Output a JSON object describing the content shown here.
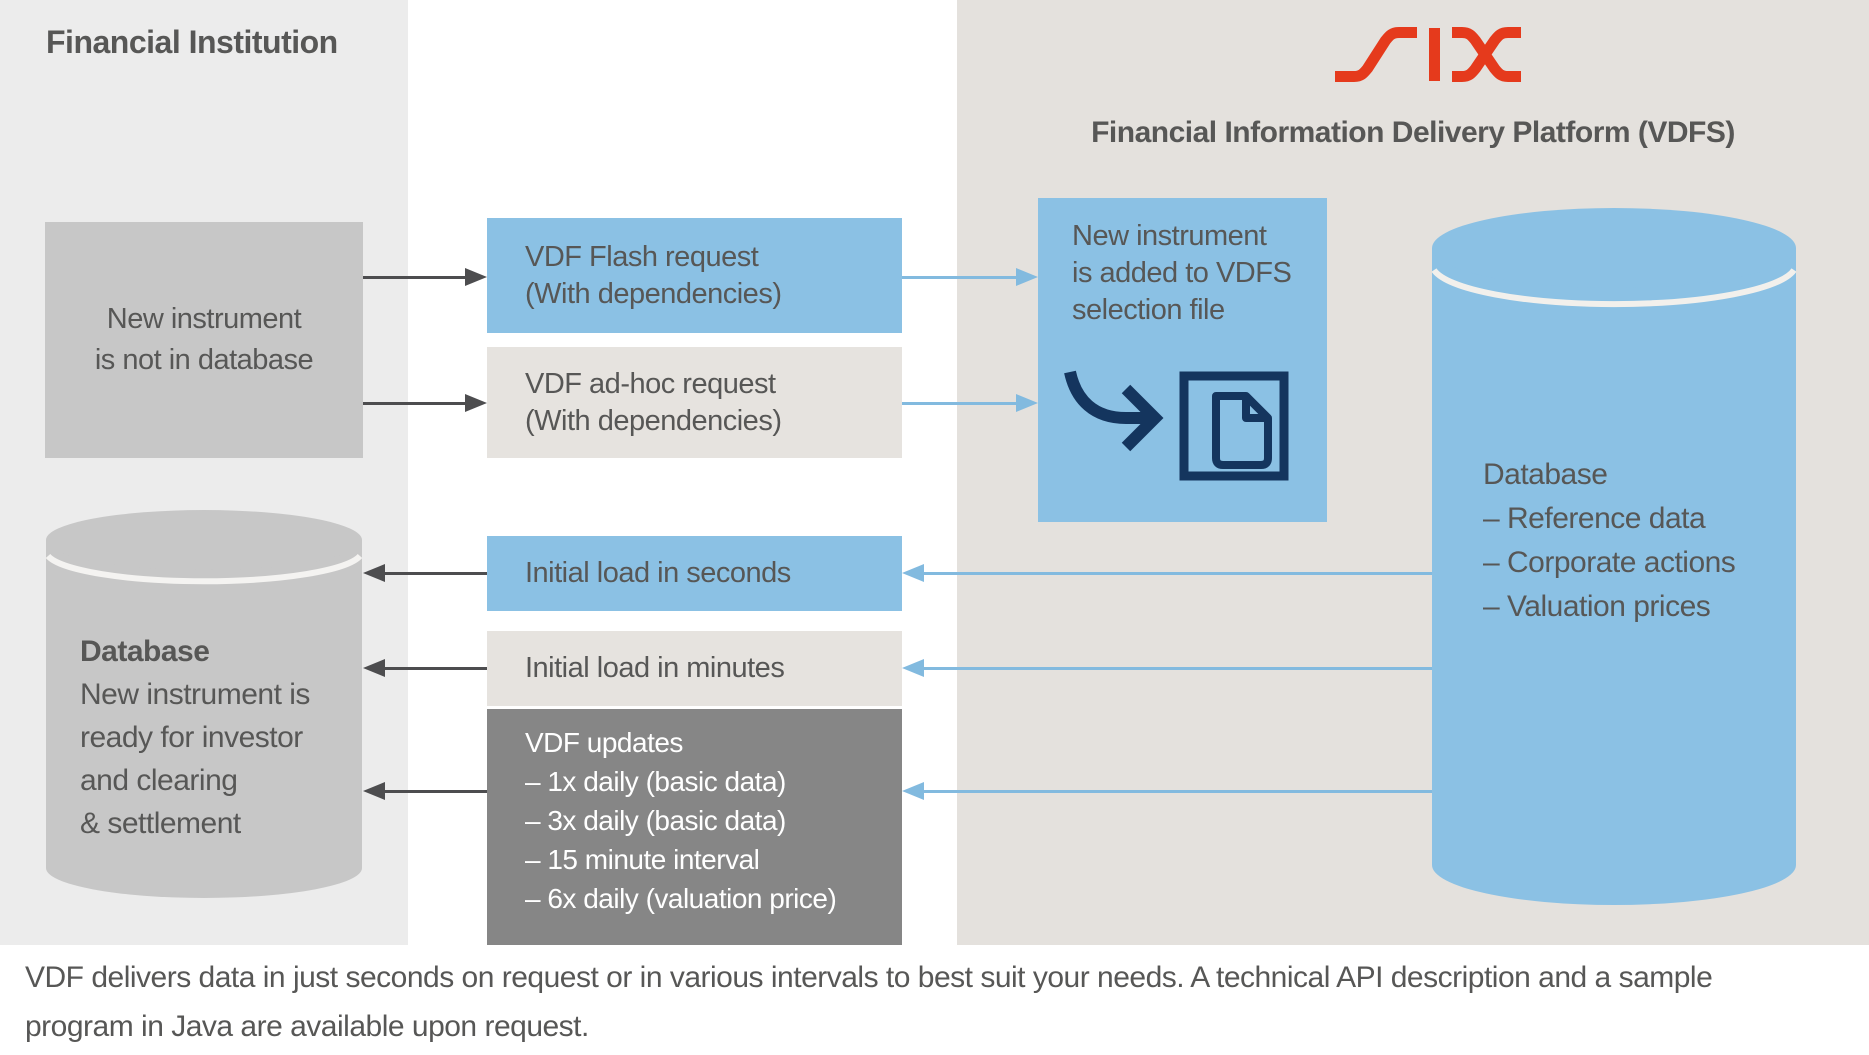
{
  "colors": {
    "blue_box": "#8BC1E4",
    "panel_left_bg": "#ECECEC",
    "panel_right_bg": "#E4E1DD",
    "light_box_bg": "#E6E3DF",
    "gray_box_bg": "#C7C7C7",
    "dark_box_bg": "#868686",
    "text_dark": "#575756",
    "text_light": "#FFFFFF",
    "navy_icon": "#14355E",
    "six_red": "#E53A1C",
    "arrow_dark": "#4D4D4F",
    "arrow_blue": "#82BADF"
  },
  "left_panel": {
    "title": "Financial Institution",
    "new_instrument_box": {
      "line1": "New instrument",
      "line2": "is not in database"
    },
    "database_cylinder": {
      "title": "Database",
      "line1": "New instrument is",
      "line2": "ready for investor",
      "line3": "and clearing",
      "line4": "& settlement"
    }
  },
  "middle_flow": {
    "flash_request_box": {
      "line1": "VDF Flash request",
      "line2": "(With dependencies)"
    },
    "adhoc_request_box": {
      "line1": "VDF ad-hoc request",
      "line2": "(With dependencies)"
    },
    "initial_load_seconds_box": {
      "label": "Initial load in seconds"
    },
    "initial_load_minutes_box": {
      "label": "Initial load in minutes"
    },
    "vdf_updates_box": {
      "title": "VDF updates",
      "item1": "– 1x  daily (basic data)",
      "item2": "– 3x  daily (basic data)",
      "item3": "– 15 minute interval",
      "item4": "– 6x daily (valuation price)"
    }
  },
  "right_panel": {
    "logo_text": "SIX",
    "title": "Financial Information Delivery Platform (VDFS)",
    "selection_file_box": {
      "line1": "New instrument",
      "line2": "is added to VDFS",
      "line3": "selection file"
    },
    "database_cylinder": {
      "line1": "Database",
      "line2": "– Reference data",
      "line3": "– Corporate actions",
      "line4": "– Valuation prices"
    }
  },
  "icons": {
    "six_logo": "six-logo",
    "selection_file": "hook-arrow-into-document-icon",
    "left_database": "gray-database-cylinder-icon",
    "right_database": "blue-database-cylinder-icon"
  },
  "caption": {
    "line1": "VDF delivers data in just seconds on request or in various intervals to best suit your needs. A technical API description and a sample",
    "line2": "program in Java are available upon request."
  }
}
